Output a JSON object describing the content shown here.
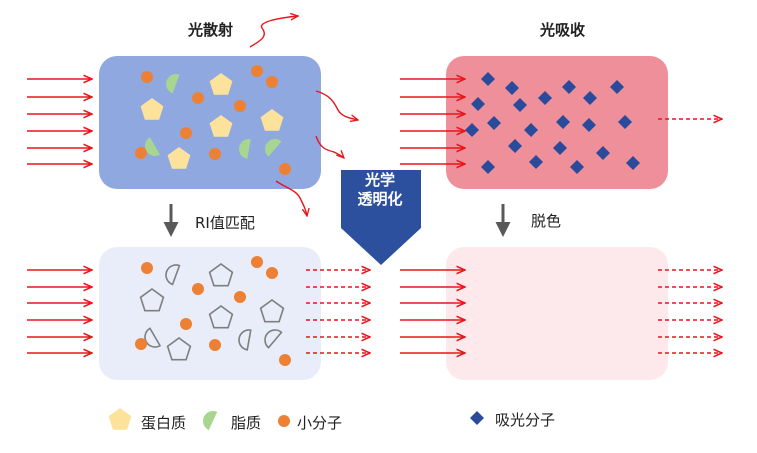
{
  "titles": {
    "scattering": "光散射",
    "absorption": "光吸收"
  },
  "steps": {
    "ri_match": "RI值匹配",
    "decolor": "脱色"
  },
  "center_badge": {
    "line1": "光学",
    "line2": "透明化"
  },
  "legend": {
    "protein": "蛋白质",
    "lipid": "脂质",
    "small_molecule": "小分子",
    "absorber": "吸光分子"
  },
  "colors": {
    "arrow_red": "#e8151b",
    "scatter_box": "#8fa9e0",
    "absorb_box": "#ef8f99",
    "cleared_left": "#e9edf9",
    "cleared_right": "#fde9eb",
    "protein_fill": "#fde29b",
    "lipid_fill": "#a8d58f",
    "small_molecule": "#ec8135",
    "absorber": "#2a4a9c",
    "badge": "#2c4f9e"
  }
}
